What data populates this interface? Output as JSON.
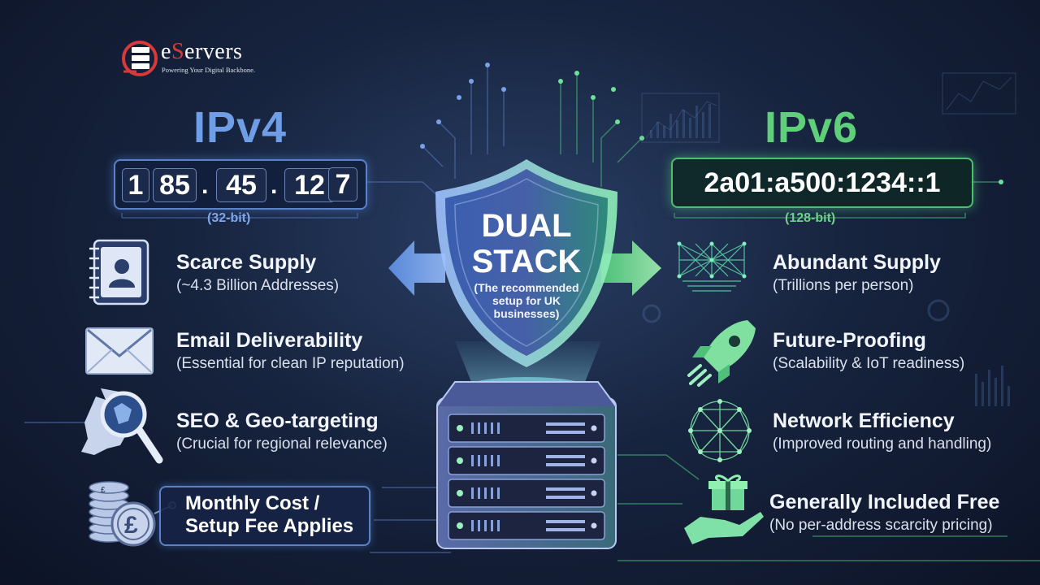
{
  "brand": {
    "name_prefix": "e",
    "name_accent": "S",
    "name_rest": "ervers",
    "tagline": "Powering Your Digital Backbone."
  },
  "ipv4": {
    "title": "IPv4",
    "octets": [
      "1",
      "85",
      "45",
      "12",
      "7"
    ],
    "bits": "(32-bit)",
    "features": [
      {
        "title": "Scarce Supply",
        "subtitle": "(~4.3 Billion Addresses)",
        "icon": "address-book-icon"
      },
      {
        "title": "Email Deliverability",
        "subtitle": "(Essential for clean IP reputation)",
        "icon": "envelope-icon"
      },
      {
        "title": "SEO & Geo-targeting",
        "subtitle": "(Crucial for regional relevance)",
        "icon": "uk-map-magnifier-icon"
      }
    ],
    "cost_line1": "Monthly Cost /",
    "cost_line2": "Setup Fee Applies",
    "cost_icon": "pound-coins-icon"
  },
  "ipv6": {
    "title": "IPv6",
    "address": "2a01:a500:1234::1",
    "bits": "(128-bit)",
    "features": [
      {
        "title": "Abundant Supply",
        "subtitle": "(Trillions per person)",
        "icon": "mesh-network-icon"
      },
      {
        "title": "Future-Proofing",
        "subtitle": "(Scalability & IoT readiness)",
        "icon": "rocket-icon"
      },
      {
        "title": "Network Efficiency",
        "subtitle": "(Improved routing and handling)",
        "icon": "network-globe-icon"
      },
      {
        "title": "Generally Included Free",
        "subtitle": "(No per-address scarcity pricing)",
        "icon": "gift-hand-icon"
      }
    ]
  },
  "center": {
    "line1": "DUAL",
    "line2": "STACK",
    "sub1": "(The recommended",
    "sub2": "setup for UK",
    "sub3": "businesses)"
  },
  "colors": {
    "ipv4_blue": "#6f9ee6",
    "ipv6_green": "#5fcf7a",
    "accent_red": "#d83a3a",
    "background": "#17243f"
  }
}
